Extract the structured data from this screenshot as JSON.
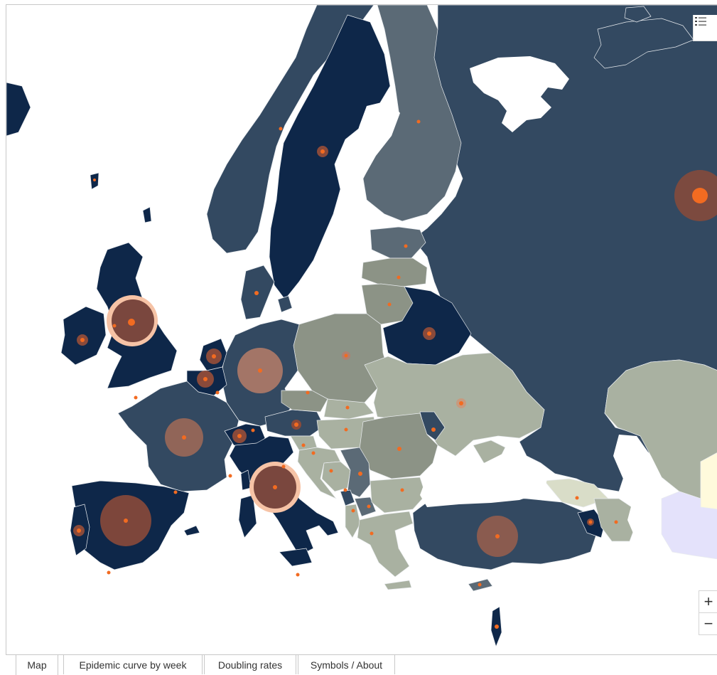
{
  "tabs": [
    {
      "label": "Map",
      "active": true
    },
    {
      "label": "Epidemic curve by week",
      "active": false
    },
    {
      "label": "Doubling rates",
      "active": false
    },
    {
      "label": "Symbols / About",
      "active": false
    }
  ],
  "map_controls": {
    "zoom_in": "+",
    "zoom_out": "−",
    "legend_icon": "legend-list-icon"
  },
  "colors": {
    "darkest": "#0e2749",
    "dark": "#334961",
    "slate": "#5b6a76",
    "gray": "#8c9386",
    "sage": "#a9b1a1",
    "pale_yellow": "#fffadc",
    "pale_lavender": "#e4e2fb",
    "bubble_dark": "#8a4a3a",
    "bubble_light": "#f6c3a6",
    "dot": "#f26b21",
    "border": "#ffffff"
  }
}
